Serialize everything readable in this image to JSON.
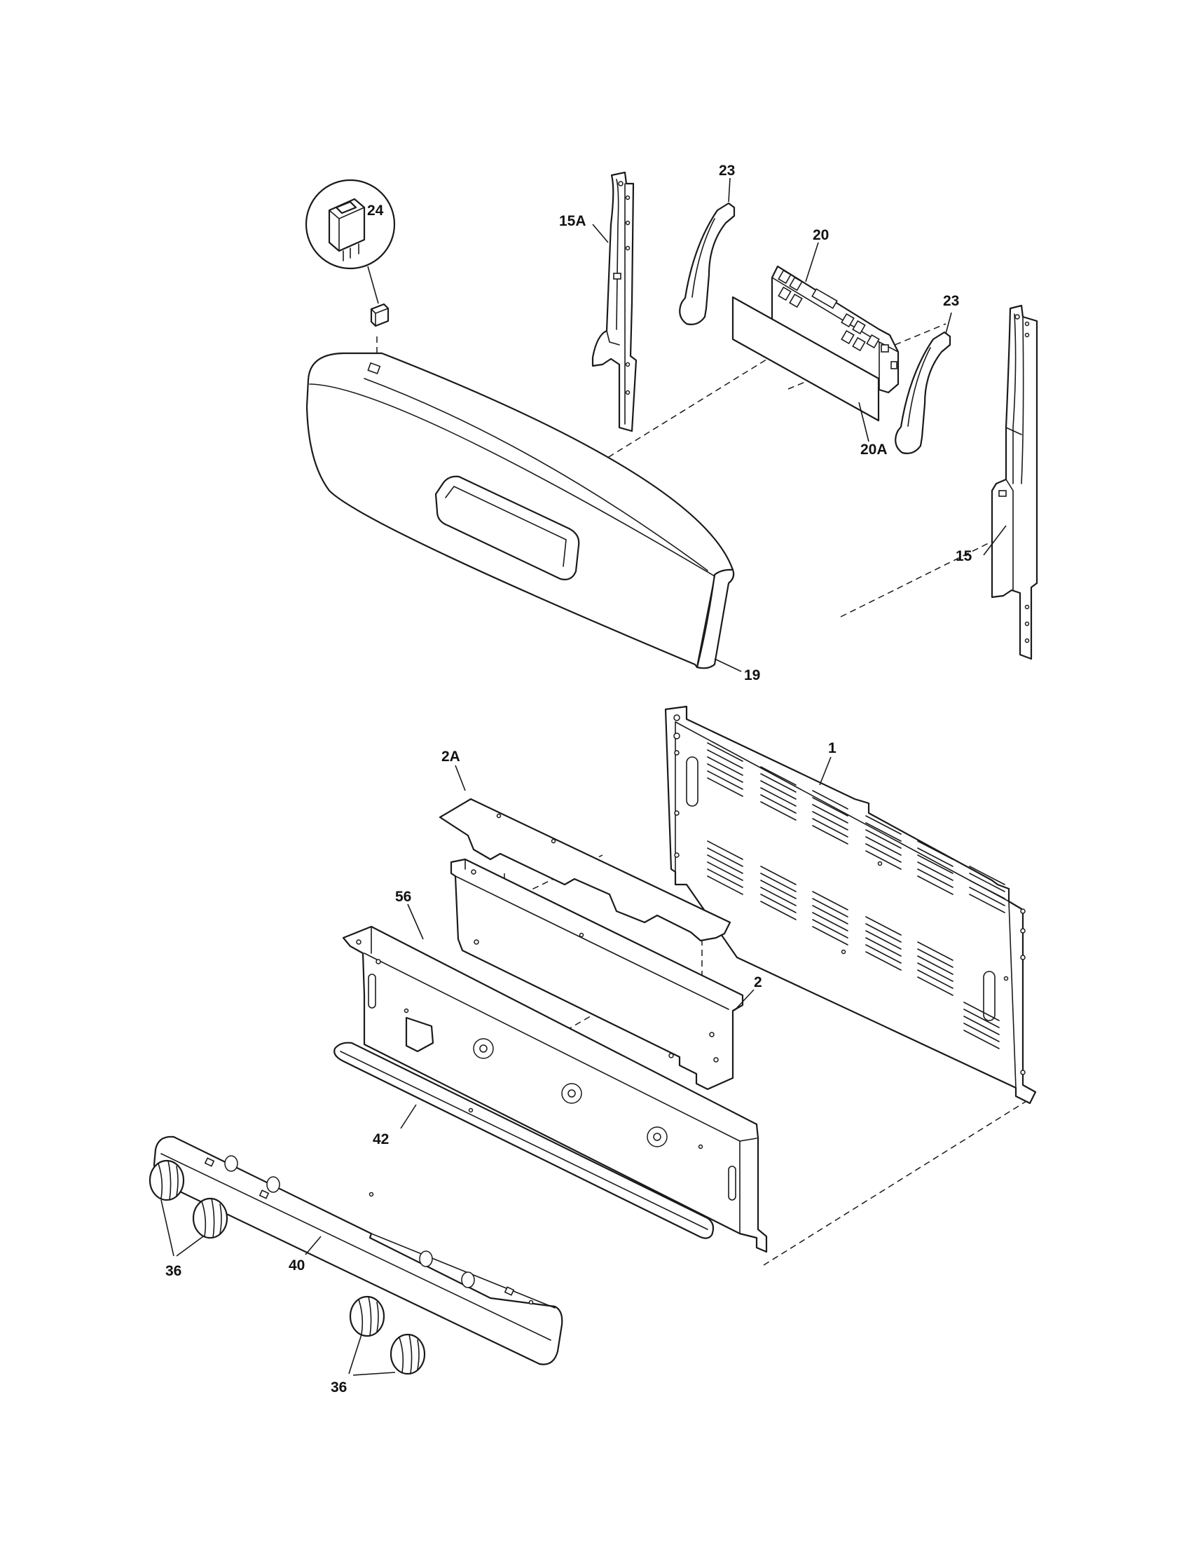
{
  "diagram": {
    "ink_color": "#1a1a1a",
    "background_color": "#ffffff",
    "callouts": [
      {
        "id": "c24",
        "label": "24"
      },
      {
        "id": "c15a",
        "label": "15A"
      },
      {
        "id": "c23a",
        "label": "23"
      },
      {
        "id": "c20",
        "label": "20"
      },
      {
        "id": "c23b",
        "label": "23"
      },
      {
        "id": "c20a",
        "label": "20A"
      },
      {
        "id": "c15",
        "label": "15"
      },
      {
        "id": "c19",
        "label": "19"
      },
      {
        "id": "c1",
        "label": "1"
      },
      {
        "id": "c2a",
        "label": "2A"
      },
      {
        "id": "c56",
        "label": "56"
      },
      {
        "id": "c2",
        "label": "2"
      },
      {
        "id": "c42",
        "label": "42"
      },
      {
        "id": "c40",
        "label": "40"
      },
      {
        "id": "c36a",
        "label": "36"
      },
      {
        "id": "c36b",
        "label": "36"
      }
    ]
  }
}
